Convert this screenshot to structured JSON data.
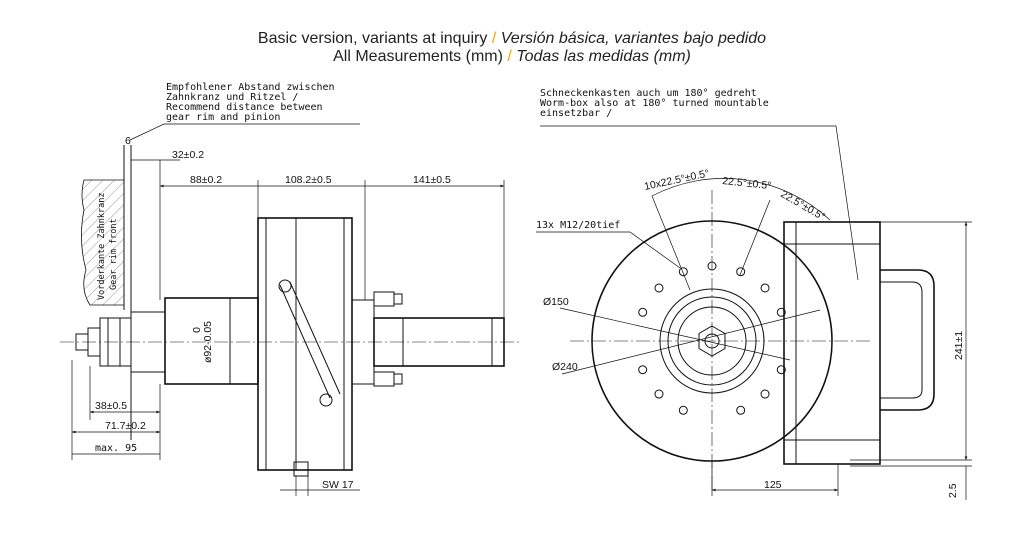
{
  "header": {
    "line1_en": "Basic version, variants at inquiry",
    "line1_sep": "/",
    "line1_es": "Versión básica, variantes bajo pedido",
    "line2_en": "All Measurements (mm)",
    "line2_sep": "/",
    "line2_es": "Todas las medidas (mm)",
    "accent_color": "#f0a500"
  },
  "side_view": {
    "note_lines": [
      "Empfohlener Abstand zwischen",
      "Zahnkranz und Ritzel /",
      "Recommend distance between",
      "gear rim and pinion"
    ],
    "gear_rim_label_lines": [
      "Vorderkante Zahnkranz",
      "Gear rim front"
    ],
    "dims": {
      "gap": "6",
      "d32": "32±0.2",
      "d88": "88±0.2",
      "d108": "108.2±0.5",
      "d141": "141±0.5",
      "d38": "38±0.5",
      "d71": "71.7±0.2",
      "max95": "max. 95",
      "shaft_dia_tol": "0",
      "shaft_dia": "ø92-0.05",
      "sw": "SW 17"
    }
  },
  "front_view": {
    "note_lines": [
      "Schneckenkasten auch um 180° gedreht",
      "Worm-box also at 180° turned mountable",
      "einsetzbar /"
    ],
    "holes": "13x M12/20tief",
    "angle1": "10x22.5°±0.5°",
    "angle2": "22.5°±0.5°",
    "angle3": "22.5°±0.5°",
    "d150": "Ø150",
    "d240": "Ø240",
    "d125": "125",
    "h241": "241±1",
    "h2_5": "2.5"
  }
}
